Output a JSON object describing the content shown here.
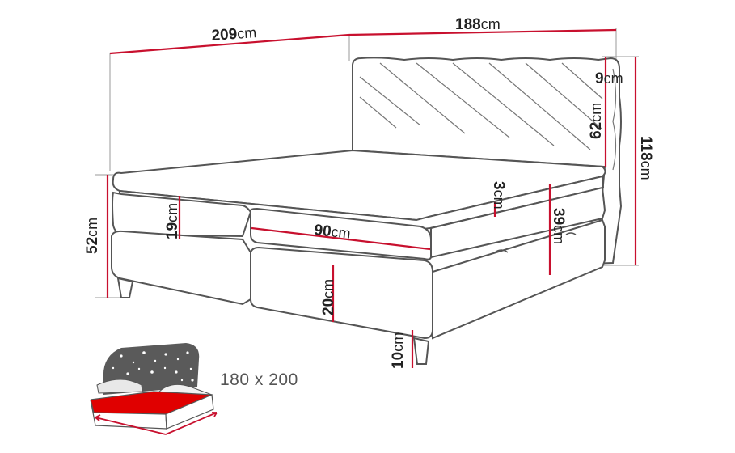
{
  "dimensions": {
    "total_width": {
      "value": "209",
      "unit": "cm"
    },
    "total_length": {
      "value": "188",
      "unit": "cm"
    },
    "headboard_depth": {
      "value": "9",
      "unit": "cm"
    },
    "headboard_height": {
      "value": "62",
      "unit": "cm"
    },
    "total_height": {
      "value": "118",
      "unit": "cm"
    },
    "bed_height": {
      "value": "52",
      "unit": "cm"
    },
    "topper_height": {
      "value": "19",
      "unit": "cm"
    },
    "topper_thickness": {
      "value": "3",
      "unit": "cm"
    },
    "section_width": {
      "value": "90",
      "unit": "cm"
    },
    "box_height": {
      "value": "39",
      "unit": "cm"
    },
    "base_height": {
      "value": "20",
      "unit": "cm"
    },
    "leg_height": {
      "value": "10",
      "unit": "cm"
    }
  },
  "mattress_size": "180 x 200",
  "colors": {
    "dimension_line": "#c8102e",
    "outline": "#555555",
    "guide": "#9a9a9a",
    "highlight": "#e00000"
  }
}
